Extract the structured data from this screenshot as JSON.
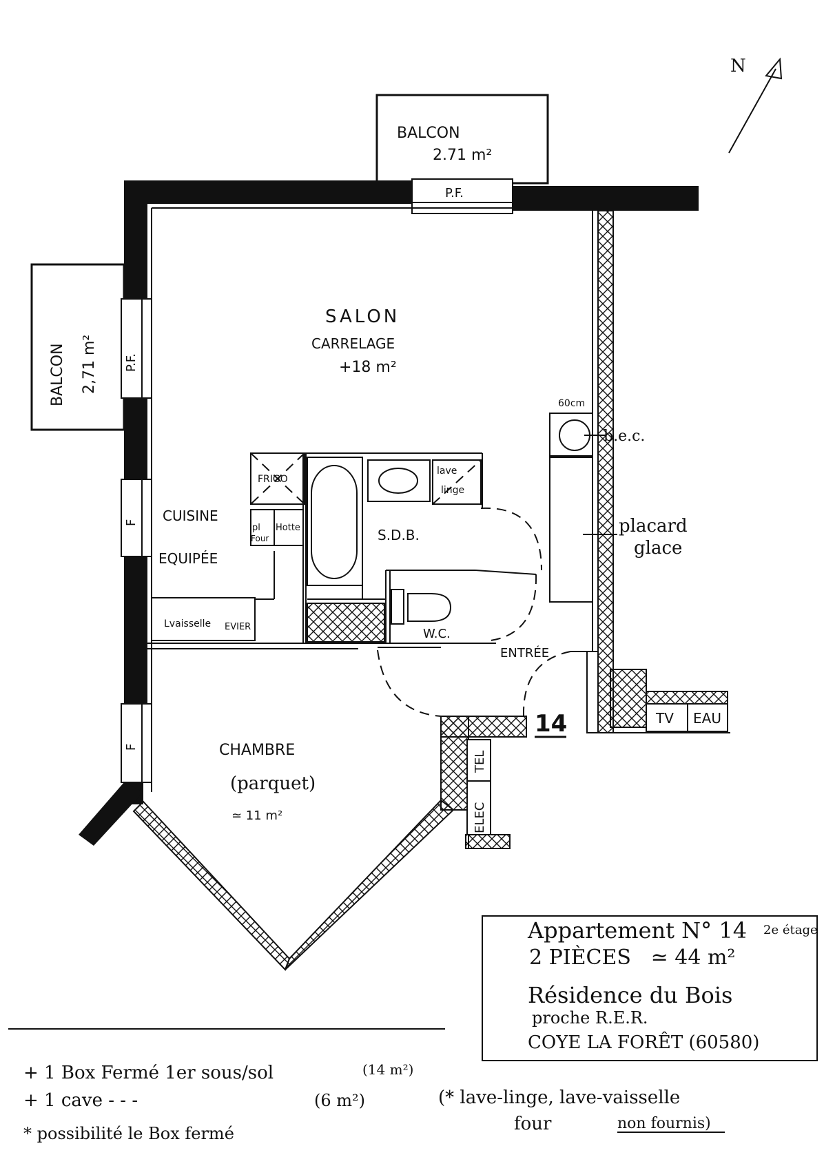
{
  "north": "N",
  "rooms": {
    "salon": {
      "name": "SALON",
      "floor": "CARRELAGE",
      "area": "+18 m²"
    },
    "chambre": {
      "name": "CHAMBRE",
      "floor": "(parquet)",
      "area": "≃ 11 m²"
    },
    "cuisine": {
      "line1": "CUISINE",
      "line2": "EQUIPÉE"
    },
    "sdb": "S.D.B.",
    "wc": "W.C.",
    "entree": "ENTRÉE"
  },
  "balcon_top": {
    "name": "BALCON",
    "area": "2.71 m²",
    "door": "P.F."
  },
  "balcon_left": {
    "name": "BALCON",
    "area": "2,71 m²",
    "door": "P.F."
  },
  "window_label": "F",
  "fixtures": {
    "frigo": "FRIGO",
    "pl_four_1": "pl",
    "pl_four_2": "Four",
    "hotte": "Hotte",
    "lvaisselle": "Lvaisselle",
    "evier": "EVIER",
    "lave_linge_1": "lave",
    "lave_linge_2": "linge",
    "bec": "b.e.c.",
    "bec_width": "60cm",
    "placard_1": "placard",
    "placard_2": "glace",
    "tv": "TV",
    "eau": "EAU",
    "elec": "ELEC",
    "tel": "TEL",
    "apt_number": "14"
  },
  "info_box": {
    "line1": "Appartement N° 14",
    "floor": "2e étage",
    "line2": "2 PIÈCES   ≃ 44 m²",
    "line3": "Résidence du Bois",
    "line4": "proche R.E.R.",
    "line5": "COYE LA FORÊT (60580)"
  },
  "extras": {
    "box": "+ 1 Box Fermé 1er sous/sol",
    "box_area": "(14 m²)",
    "cave": "+ 1 cave - - -",
    "cave_area": "(6 m²)",
    "possibilite": "* possibilité le Box fermé"
  },
  "note": {
    "line1": "(* lave-linge, lave-vaisselle",
    "line2a": "four",
    "line2b": "non fournis)"
  }
}
